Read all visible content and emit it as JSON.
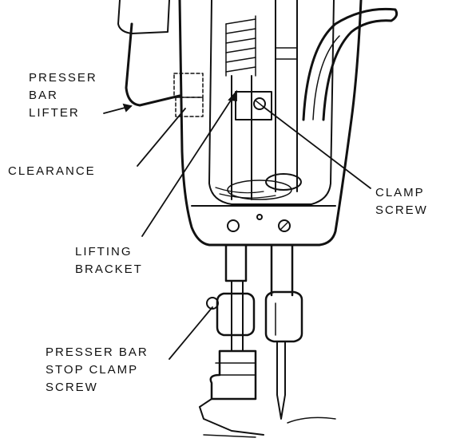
{
  "diagram": {
    "labels": {
      "presser_bar_lifter": [
        "PRESSER",
        "BAR",
        "LIFTER"
      ],
      "clearance": "CLEARANCE",
      "clamp_screw": [
        "CLAMP",
        "SCREW"
      ],
      "lifting_bracket": [
        "LIFTING",
        "BRACKET"
      ],
      "presser_bar_stop_clamp_screw": [
        "PRESSER BAR",
        "STOP CLAMP",
        "SCREW"
      ]
    },
    "colors": {
      "ink": "#111111",
      "paper": "#ffffff"
    }
  }
}
